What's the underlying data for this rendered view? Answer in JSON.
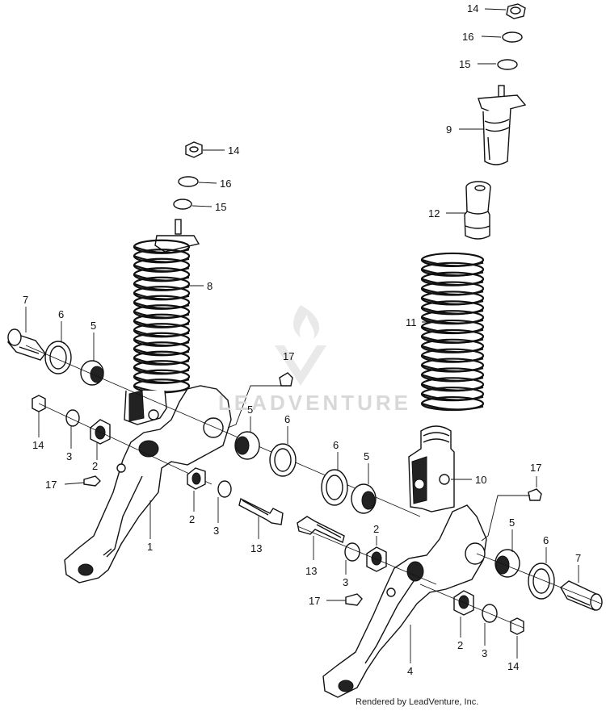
{
  "watermark": {
    "text": "LEADVENTURE",
    "icon": "flame-v-logo-icon"
  },
  "footer": {
    "credit": "Rendered by LeadVenture, Inc."
  },
  "callouts": {
    "c14_top": "14",
    "c16_top": "16",
    "c15_top": "15",
    "c9": "9",
    "c12": "12",
    "c11": "11",
    "c10": "10",
    "c17_right": "17",
    "c5_right_a": "5",
    "c6_right_a": "6",
    "c2_right_a": "2",
    "c13_right": "13",
    "c3_right_a": "3",
    "c17_right_low": "17",
    "c5_right_b": "5",
    "c6_right_b": "6",
    "c7_right": "7",
    "c2_right_b": "2",
    "c3_right_b": "3",
    "c14_right_low": "14",
    "c4": "4",
    "c14_left": "14",
    "c16_left": "16",
    "c15_left": "15",
    "c8": "8",
    "c7_left": "7",
    "c6_left": "6",
    "c5_left": "5",
    "c17_mid": "17",
    "c5_mid": "5",
    "c6_mid": "6",
    "c14_lower_left": "14",
    "c3_left": "3",
    "c2_left": "2",
    "c17_left": "17",
    "c1": "1",
    "c2_mid": "2",
    "c3_mid": "3",
    "c13_left": "13"
  }
}
